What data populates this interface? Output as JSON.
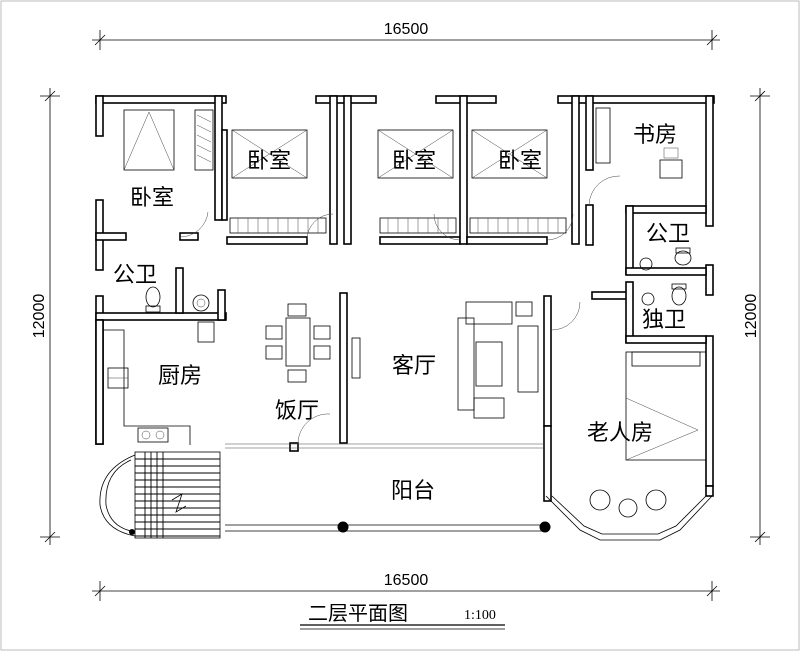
{
  "dimensions": {
    "top_width": "16500",
    "bottom_width": "16500",
    "left_height": "12000",
    "right_height": "12000"
  },
  "rooms": {
    "bedroom_1": "卧室",
    "bedroom_2": "卧室",
    "bedroom_3": "卧室",
    "bedroom_4": "卧室",
    "study": "书房",
    "public_bath_right": "公卫",
    "public_bath_left": "公卫",
    "private_bath": "独卫",
    "kitchen": "厨房",
    "dining": "饭厅",
    "living": "客厅",
    "elder_room": "老人房",
    "balcony": "阳台"
  },
  "title": {
    "name": "二层平面图",
    "scale": "1:100"
  }
}
